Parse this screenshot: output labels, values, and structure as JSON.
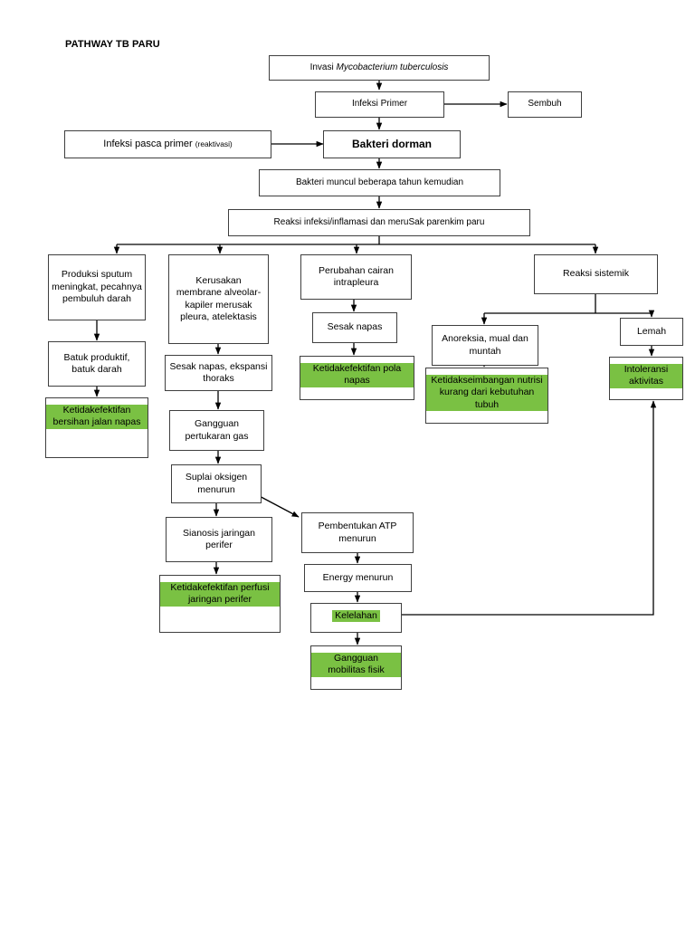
{
  "page": {
    "title": "PATHWAY TB PARU",
    "accent_green": "#7ac143",
    "border_color": "#3f3f3f",
    "background": "#ffffff"
  },
  "nodes": {
    "invasi": {
      "label": "Invasi ",
      "label_italic": "Mycobacterium tuberculosis"
    },
    "infeksi_primer": {
      "label": "Infeksi Primer"
    },
    "sembuh": {
      "label": "Sembuh"
    },
    "infeksi_pasca": {
      "label": "Infeksi pasca primer ",
      "label_small": "(reaktivasi)"
    },
    "bakteri_dorman": {
      "label": "Bakteri dorman"
    },
    "bakteri_muncul": {
      "label": "Bakteri muncul beberapa tahun kemudian"
    },
    "reaksi_infeksi": {
      "label": "Reaksi infeksi/inflamasi dan meruSak parenkim paru"
    },
    "produksi_sputum": {
      "label": "Produksi sputum meningkat, pecahnya pembuluh darah"
    },
    "batuk_produktif": {
      "label": "Batuk produktif, batuk darah"
    },
    "ketidakefektifan_bersihan": {
      "label": "Ketidakefektifan bersihan jalan napas",
      "highlight": true
    },
    "kerusakan_membrane": {
      "label": "Kerusakan membrane alveolar-kapiler merusak pleura, atelektasis"
    },
    "sesak_ekspansi": {
      "label": "Sesak napas, ekspansi thoraks"
    },
    "gangguan_pertukaran": {
      "label": "Gangguan pertukaran gas"
    },
    "suplai_oksigen": {
      "label": "Suplai oksigen menurun"
    },
    "sianosis": {
      "label": "Sianosis jaringan perifer"
    },
    "ketidakefektifan_perfusi": {
      "label": "Ketidakefektifan perfusi jaringan perifer",
      "highlight": true
    },
    "perubahan_cairan": {
      "label": "Perubahan cairan intrapleura"
    },
    "sesak_napas": {
      "label": "Sesak napas"
    },
    "ketidakefektifan_pola": {
      "label": "Ketidakefektifan pola napas",
      "highlight": true
    },
    "reaksi_sistemik": {
      "label": "Reaksi sistemik"
    },
    "anoreksia": {
      "label": "Anoreksia, mual dan muntah"
    },
    "ketidakseimbangan": {
      "label": "Ketidakseimbangan nutrisi kurang dari kebutuhan tubuh",
      "highlight": true
    },
    "lemah": {
      "label": "Lemah"
    },
    "intoleransi": {
      "label": "Intoleransi aktivitas",
      "highlight": true
    },
    "pembentukan_atp": {
      "label": "Pembentukan ATP menurun"
    },
    "energy_menurun": {
      "label": "Energy menurun"
    },
    "kelelahan": {
      "label": "Kelelahan",
      "highlight": true
    },
    "gangguan_mobilitas": {
      "label": "Gangguan mobilitas fisik",
      "highlight": true
    }
  }
}
